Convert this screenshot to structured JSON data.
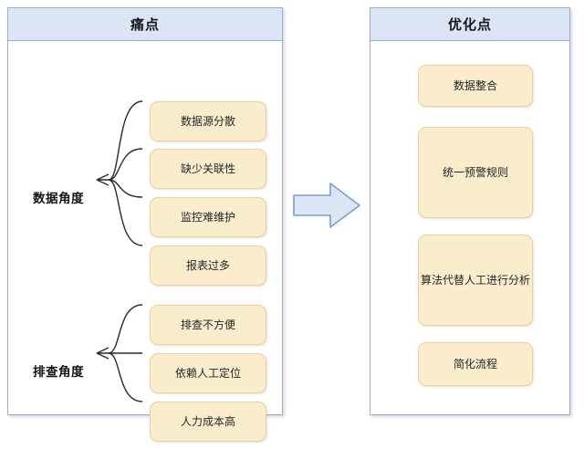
{
  "diagram": {
    "type": "two-panel-comparison",
    "title_left": "痛点",
    "title_right": "优化点",
    "transition_icon": "right-block-arrow-icon",
    "colors": {
      "panel_border": "#9aaec9",
      "header_fill": "#dbe5f5",
      "node_fill": "#fbeccb",
      "node_border": "#e5d2a4",
      "connector_stroke": "#2a2a2e",
      "arrow_fill": "#dbe5f5",
      "arrow_border": "#7f9ec4",
      "background": "#ffffff"
    }
  },
  "left_panel": {
    "header": "痛点",
    "branches": [
      {
        "root": "数据角度",
        "items": [
          "数据源分散",
          "缺少关联性",
          "监控难维护",
          "报表过多"
        ]
      },
      {
        "root": "排查角度",
        "items": [
          "排查不方便",
          "依赖人工定位",
          "人力成本高"
        ]
      }
    ]
  },
  "right_panel": {
    "header": "优化点",
    "items": [
      "数据整合",
      "统一预警规则",
      "算法代替人工进行分析",
      "简化流程"
    ]
  }
}
